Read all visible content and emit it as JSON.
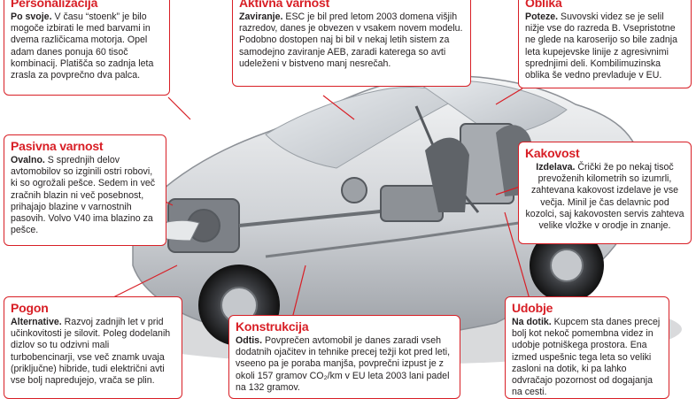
{
  "callouts": {
    "personalizacija": {
      "heading": "Personalizacija",
      "lead": "Po svoje.",
      "text": " V času “stoenk” je bilo mogoče izbirati le med barvami in dvema različicama motorja. Opel adam danes ponuja 60 tisoč kombinacij. Platišča so zadnja leta zrasla za povprečno dva palca."
    },
    "aktivna_varnost": {
      "heading": "Aktivna varnost",
      "lead": "Zaviranje.",
      "text": " ESC je bil pred letom 2003 domena višjih razredov, danes je obvezen v vsakem novem modelu. Podobno dostopen naj bi bil v nekaj letih sistem za samodejno zaviranje AEB, zaradi katerega so avti udeleženi v bistveno manj nesrečah."
    },
    "oblika": {
      "heading": "Oblika",
      "lead": "Poteze.",
      "text": " Suvovski videz se je selil nižje vse do razreda B. Vsepristotne ne glede na karoserijo so bile zadnja leta kupejevske linije z agresivnimi sprednjimi deli. Kombilimuzinska oblika še vedno prevladuje v EU."
    },
    "pasivna_varnost": {
      "heading": "Pasivna varnost",
      "lead": "Ovalno.",
      "text": " S sprednjih delov avtomobilov so izginili ostri robovi, ki so ogrožali pešce. Sedem in več zračnih blazin ni več posebnost, prihajajo blazine v varnostnih pasovih. Volvo V40 ima blazino za pešce."
    },
    "kakovost": {
      "heading": "Kakovost",
      "lead": "Izdelava.",
      "text": " Črički že po nekaj tisoč prevoženih kilometrih so izumrli, zahtevana kakovost izdelave je vse večja. Minil je čas delavnic pod kozolci, saj kakovosten servis zahteva velike vložke v orodje in znanje."
    },
    "pogon": {
      "heading": "Pogon",
      "lead": "Alternative.",
      "text": " Razvoj zadnjih let v prid učinkovitosti je silovit. Poleg dodelanih dizlov so tu odzivni mali turbobencinarji, vse več znamk uvaja (priključne) hibride, tudi električni avti vse bolj napredujejo, vrača se plin."
    },
    "konstrukcija": {
      "heading": "Konstrukcija",
      "lead": "Odtis.",
      "text": " Povprečen avtomobil je danes zaradi vseh dodatnih ojačitev in tehnike precej težji kot pred leti, vseeno pa je poraba manjša, povprečni izpust je z okoli 157 gramov CO₂/km v EU leta 2003 lani padel na 132 gramov."
    },
    "udobje": {
      "heading": "Udobje",
      "lead": "Na dotik.",
      "text": " Kupcem sta danes precej bolj kot nekoč pomembna videz in udobje potniškega prostora. Ena izmed uspešnic tega leta so veliki zasloni na dotik, ki pa lahko odvračajo pozornost od dogajanja na cesti."
    }
  },
  "colors": {
    "accent": "#d81f26",
    "text": "#231f20"
  }
}
